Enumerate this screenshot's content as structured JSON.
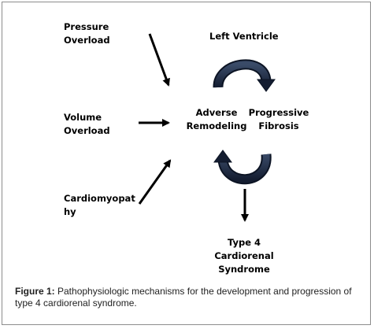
{
  "labels": {
    "pressure_overload": "Pressure\nOverload",
    "volume_overload": "Volume\nOverload",
    "cardiomyopathy": "Cardiomyopat\nhy",
    "left_ventricle": "Left Ventricle",
    "adverse_remodeling": "Adverse\nRemodeling",
    "progressive_fibrosis": "Progressive\nFibrosis",
    "type4_crs": "Type 4\nCardiorenal\nSyndrome"
  },
  "caption": {
    "figure_label": "Figure 1:",
    "text": " Pathophysiologic mechanisms for the development and progression of type 4 cardiorenal syndrome."
  },
  "colors": {
    "cycle_arrow_fill": "#1c2a45",
    "cycle_arrow_highlight": "#5a6b86",
    "line": "#000000"
  }
}
